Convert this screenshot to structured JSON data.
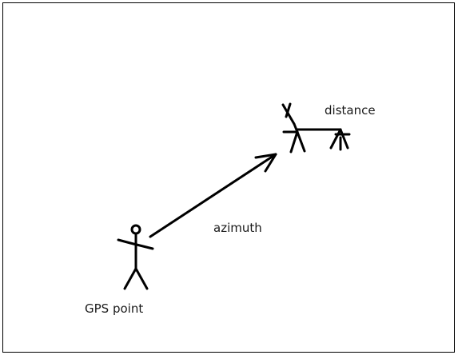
{
  "diagram": {
    "labels": {
      "gps_point": "GPS point",
      "azimuth": "azimuth",
      "distance": "distance"
    },
    "colors": {
      "stroke": "#000000",
      "text": "#1a1a1a",
      "background": "#ffffff"
    }
  }
}
